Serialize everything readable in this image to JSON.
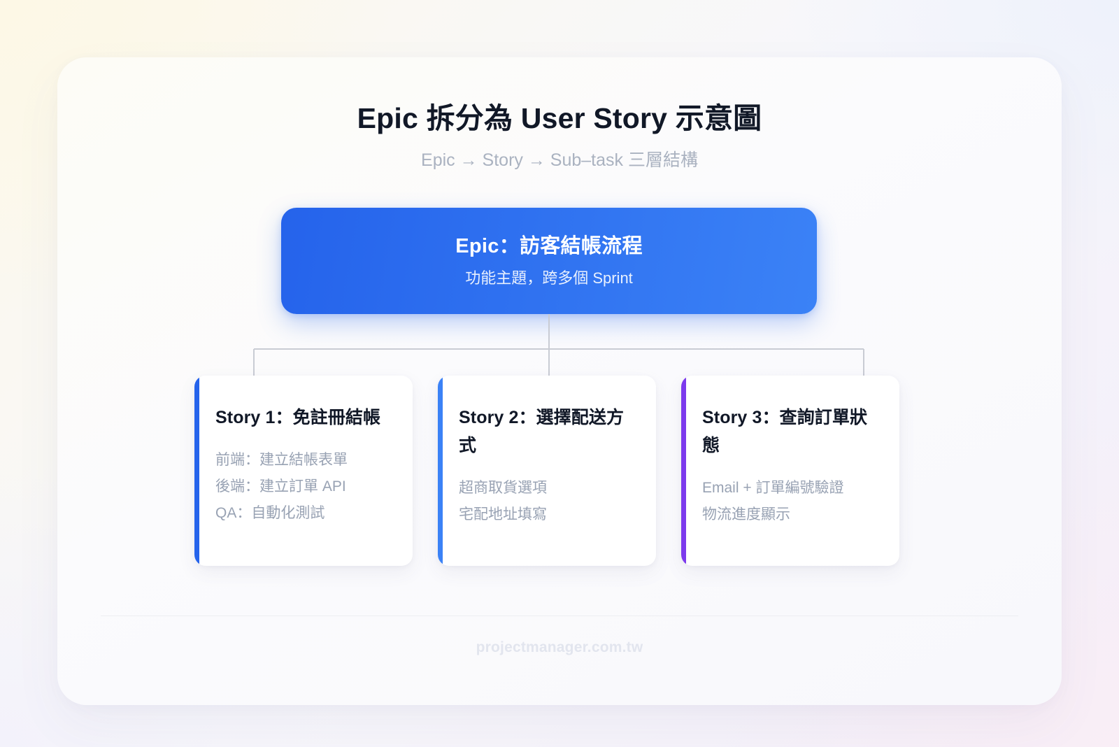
{
  "header": {
    "title": "Epic 拆分為 User Story 示意圖",
    "subtitle": "Epic → Story → Sub–task 三層結構"
  },
  "epic": {
    "title": "Epic：訪客結帳流程",
    "subtitle": "功能主題，跨多個 Sprint",
    "gradient_from": "#2563EB",
    "gradient_to": "#3B82F6"
  },
  "stories": [
    {
      "title": "Story 1：免註冊結帳",
      "accent": "#2563EB",
      "tasks": [
        "前端：建立結帳表單",
        "後端：建立訂單 API",
        "QA：自動化測試"
      ]
    },
    {
      "title": "Story 2：選擇配送方式",
      "accent": "#3B82F6",
      "tasks": [
        "超商取貨選項",
        "宅配地址填寫"
      ]
    },
    {
      "title": "Story 3：查詢訂單狀態",
      "accent": "#7C3AED",
      "tasks": [
        "Email + 訂單編號驗證",
        "物流進度顯示"
      ]
    }
  ],
  "connector": {
    "color": "#C9CCD4"
  },
  "footer": {
    "site": "projectmanager.com.tw"
  }
}
